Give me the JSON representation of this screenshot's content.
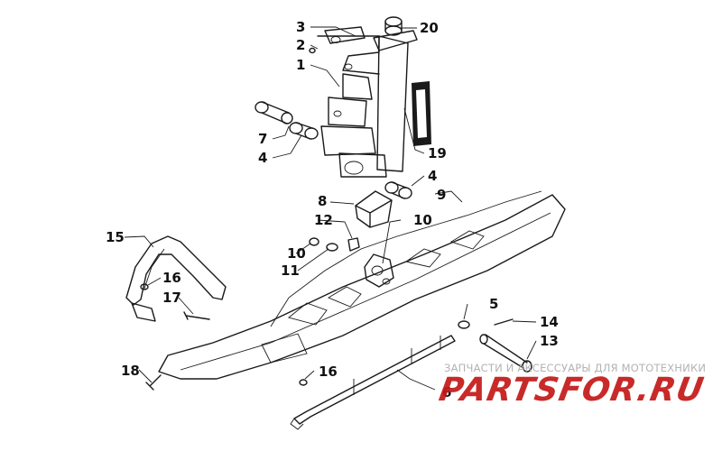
{
  "diagram": {
    "callouts": [
      {
        "id": "c1",
        "text": "1"
      },
      {
        "id": "c2",
        "text": "2"
      },
      {
        "id": "c3",
        "text": "3"
      },
      {
        "id": "c4a",
        "text": "4"
      },
      {
        "id": "c4b",
        "text": "4"
      },
      {
        "id": "c5",
        "text": "5"
      },
      {
        "id": "c6",
        "text": "6"
      },
      {
        "id": "c7",
        "text": "7"
      },
      {
        "id": "c8",
        "text": "8"
      },
      {
        "id": "c9",
        "text": "9"
      },
      {
        "id": "c10a",
        "text": "10"
      },
      {
        "id": "c10b",
        "text": "10"
      },
      {
        "id": "c11",
        "text": "11"
      },
      {
        "id": "c12",
        "text": "12"
      },
      {
        "id": "c13",
        "text": "13"
      },
      {
        "id": "c14",
        "text": "14"
      },
      {
        "id": "c15",
        "text": "15"
      },
      {
        "id": "c16a",
        "text": "16"
      },
      {
        "id": "c16b",
        "text": "16"
      },
      {
        "id": "c17",
        "text": "17"
      },
      {
        "id": "c18",
        "text": "18"
      },
      {
        "id": "c19",
        "text": "19"
      },
      {
        "id": "c20",
        "text": "20"
      }
    ]
  },
  "watermark": {
    "tagline": "ЗАПЧАСТИ И АКСЕССУАРЫ ДЛЯ МОТОТЕХНИКИ",
    "brand": "PARTSFOR.RU",
    "brand_color": "#c41818"
  }
}
